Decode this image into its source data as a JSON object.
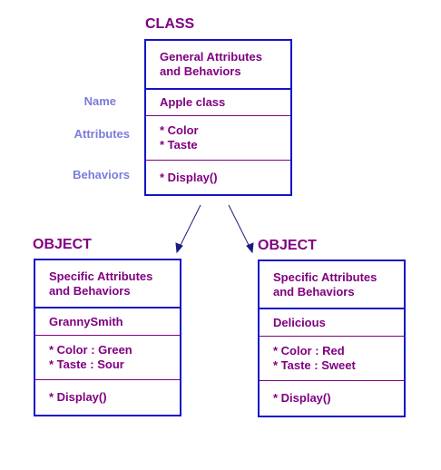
{
  "class_diagram": {
    "title": "CLASS",
    "header": [
      "General Attributes",
      "and Behaviors"
    ],
    "name": "Apple class",
    "attributes": [
      "* Color",
      "* Taste"
    ],
    "behaviors": [
      "* Display()"
    ]
  },
  "side_labels": {
    "name": "Name",
    "attributes": "Attributes",
    "behaviors": "Behaviors"
  },
  "objects": [
    {
      "title": "OBJECT",
      "header": [
        "Specific Attributes",
        "and Behaviors"
      ],
      "name": "GrannySmith",
      "attributes": [
        "* Color : Green",
        "* Taste : Sour"
      ],
      "behaviors": [
        "* Display()"
      ]
    },
    {
      "title": "OBJECT",
      "header": [
        "Specific Attributes",
        "and Behaviors"
      ],
      "name": "Delicious",
      "attributes": [
        "* Color : Red",
        "* Taste : Sweet"
      ],
      "behaviors": [
        "* Display()"
      ]
    }
  ],
  "colors": {
    "text": "#800080",
    "border": "#1414c8",
    "side_label": "#7b7bdc",
    "arrow": "#1a1a80"
  }
}
